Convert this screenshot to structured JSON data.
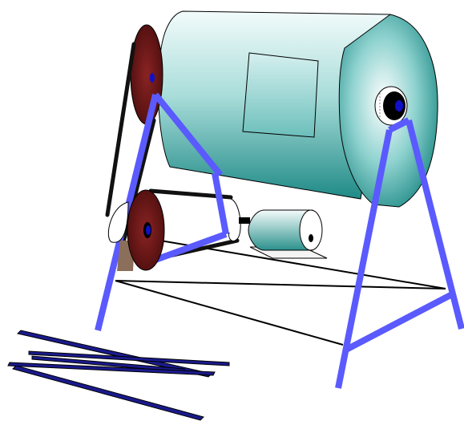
{
  "diagram": {
    "subject": "rotating-drum-machine",
    "colors": {
      "drum_light": "#eaf8f8",
      "drum_dark": "#1f8a86",
      "pulley": "#6b1818",
      "pulley_dark": "#3a0808",
      "stand": "#5a5aff",
      "belt": "#111111",
      "rod_fill": "#1a1a8c",
      "outline": "#000000",
      "hub": "#1010c8"
    },
    "parts": [
      "drum",
      "drum-end-cap",
      "drum-access-panel",
      "large-pulley",
      "small-pulley",
      "drive-belt",
      "motor",
      "stand-frame",
      "loose-rods"
    ]
  }
}
